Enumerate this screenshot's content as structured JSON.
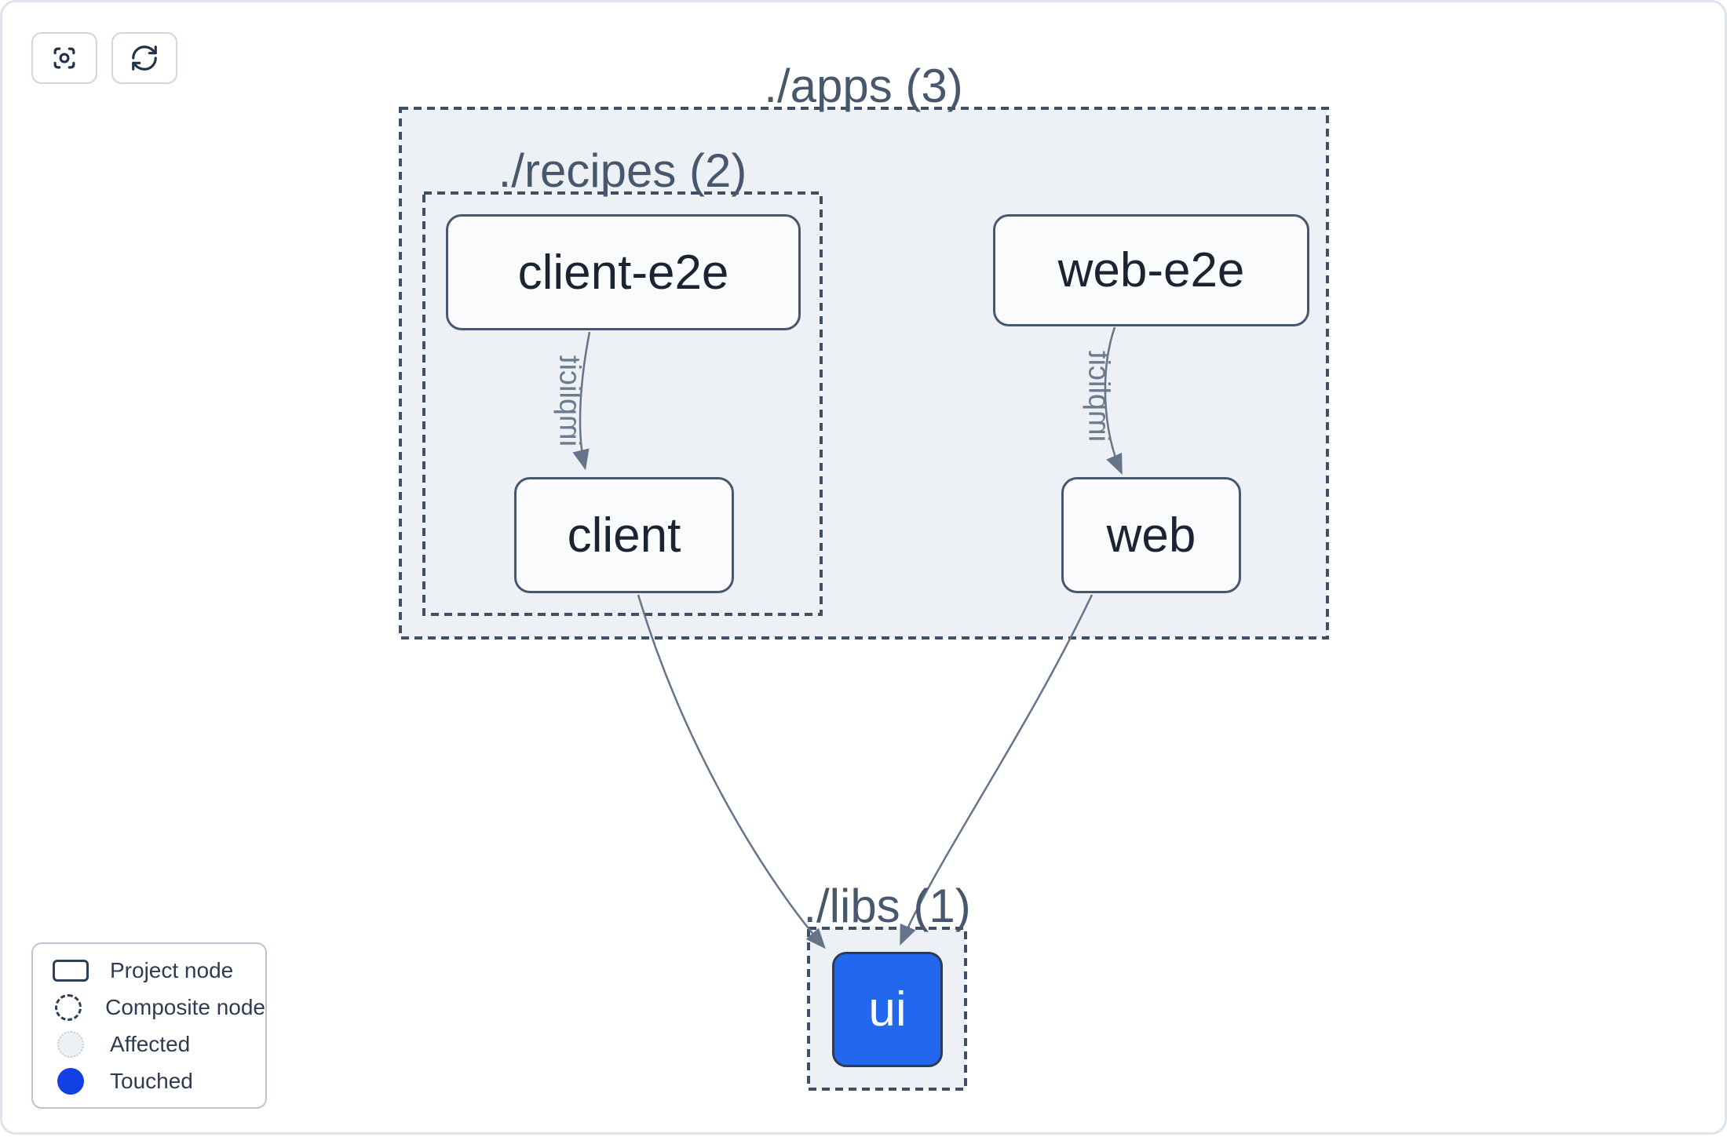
{
  "toolbar": {
    "buttons": [
      {
        "icon": "focus-center-icon",
        "action": "center-graph"
      },
      {
        "icon": "refresh-icon",
        "action": "refresh-graph"
      }
    ]
  },
  "graph": {
    "groups": [
      {
        "id": "apps",
        "label": "./apps (3)"
      },
      {
        "id": "recipes",
        "label": "./recipes (2)"
      },
      {
        "id": "libs",
        "label": "./libs (1)"
      }
    ],
    "nodes": [
      {
        "id": "client-e2e",
        "label": "client-e2e",
        "state": "normal"
      },
      {
        "id": "web-e2e",
        "label": "web-e2e",
        "state": "normal"
      },
      {
        "id": "client",
        "label": "client",
        "state": "normal"
      },
      {
        "id": "web",
        "label": "web",
        "state": "normal"
      },
      {
        "id": "ui",
        "label": "ui",
        "state": "touched"
      }
    ],
    "edges": [
      {
        "from": "client-e2e",
        "to": "client",
        "label": "implicit"
      },
      {
        "from": "web-e2e",
        "to": "web",
        "label": "implicit"
      },
      {
        "from": "client",
        "to": "ui",
        "label": ""
      },
      {
        "from": "web",
        "to": "ui",
        "label": ""
      }
    ]
  },
  "legend": {
    "items": [
      {
        "swatch": "project-node-swatch",
        "label": "Project node"
      },
      {
        "swatch": "composite-node-swatch",
        "label": "Composite node"
      },
      {
        "swatch": "affected-swatch",
        "label": "Affected"
      },
      {
        "swatch": "touched-swatch",
        "label": "Touched"
      }
    ]
  },
  "colors": {
    "touched_node": "#2367ee",
    "touched_legend": "#1240e4",
    "group_fill": "#edf1f6",
    "dashed_border": "#3e5066",
    "node_border": "#46586f",
    "node_text": "#1b2433",
    "edge": "#64748b",
    "group_label_text": "#47586d"
  }
}
